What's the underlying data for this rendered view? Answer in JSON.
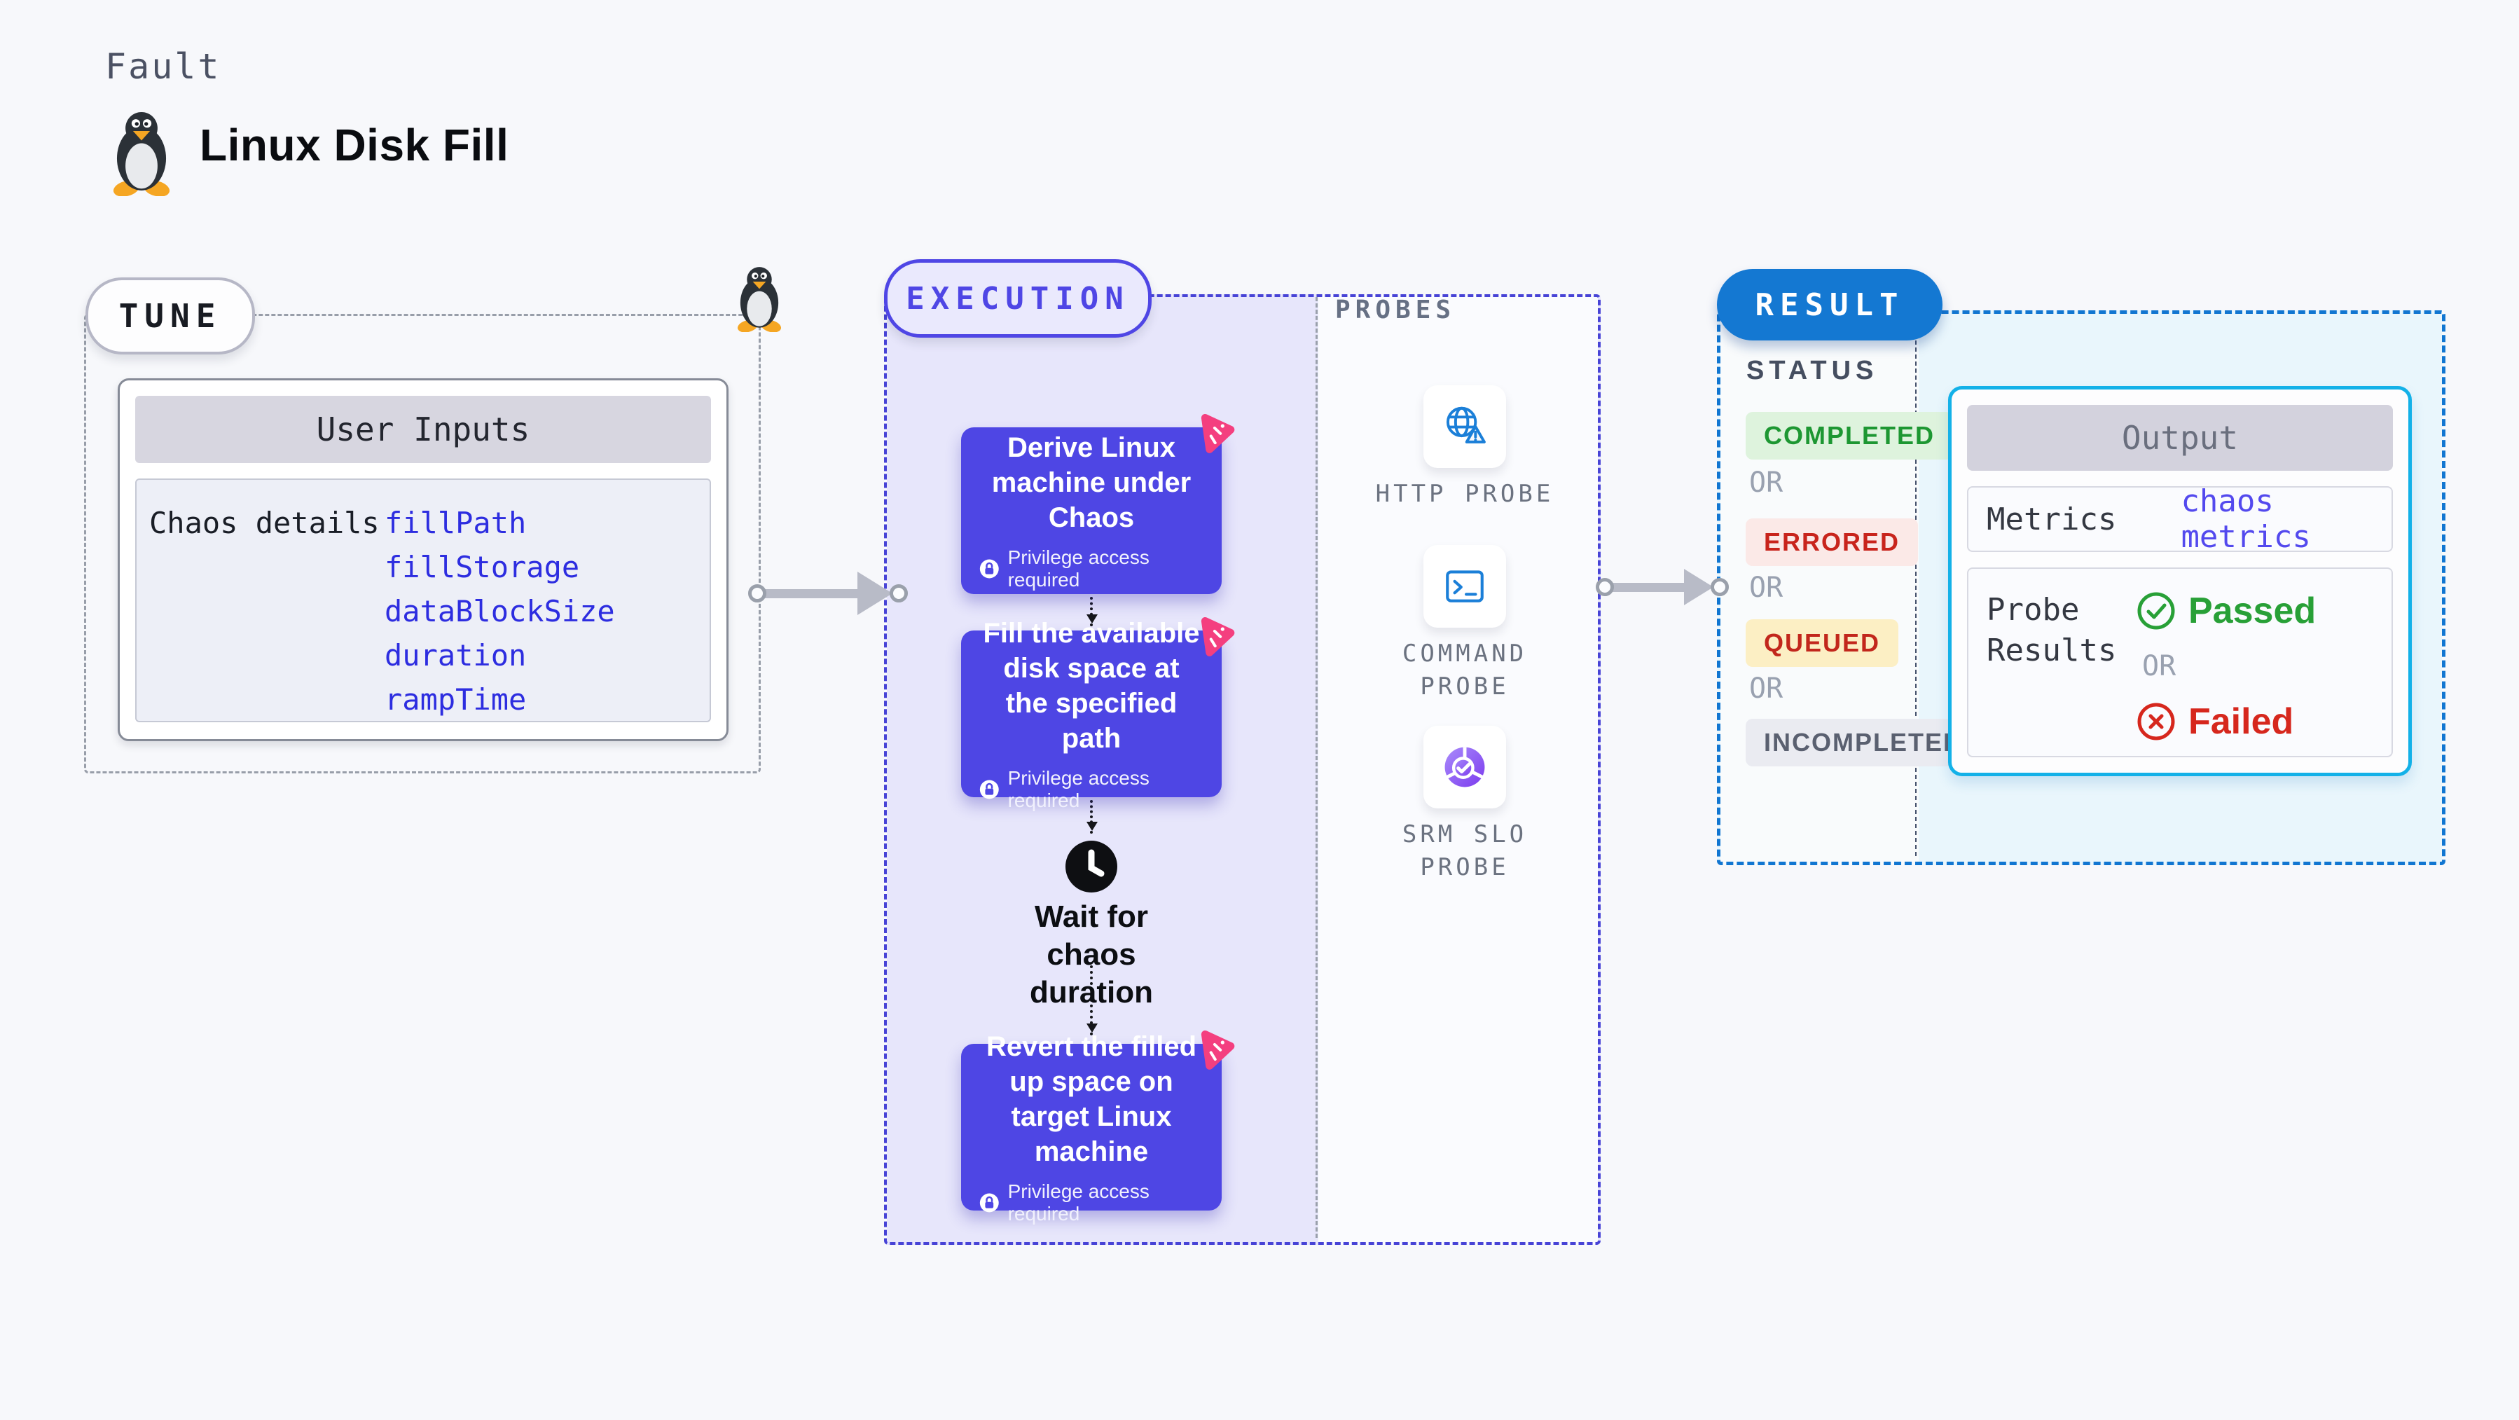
{
  "header": {
    "kicker": "Fault",
    "title": "Linux Disk Fill"
  },
  "tune": {
    "label": "TUNE",
    "table_title": "User Inputs",
    "row_label": "Chaos details",
    "inputs": [
      "fillPath",
      "fillStorage",
      "dataBlockSize",
      "duration",
      "rampTime"
    ]
  },
  "execution": {
    "label": "EXECUTION",
    "nodes": [
      {
        "title": "Derive Linux machine under Chaos",
        "badge": "Privilege access required"
      },
      {
        "title": "Fill the available disk space at the specified path",
        "badge": "Privilege access required"
      },
      {
        "title": "Revert the filled up space on target Linux machine",
        "badge": "Privilege access required"
      }
    ],
    "wait_label": "Wait for chaos duration"
  },
  "probes": {
    "label": "PROBES",
    "items": [
      {
        "name": "HTTP PROBE",
        "icon": "globe-warning-icon"
      },
      {
        "name": "COMMAND PROBE",
        "icon": "terminal-icon"
      },
      {
        "name": "SRM SLO PROBE",
        "icon": "donut-check-icon"
      }
    ]
  },
  "result": {
    "label": "RESULT",
    "status_label": "STATUS",
    "or_label": "OR",
    "statuses": [
      {
        "text": "COMPLETED",
        "type": "completed"
      },
      {
        "text": "ERRORED",
        "type": "errored"
      },
      {
        "text": "QUEUED",
        "type": "queued"
      },
      {
        "text": "INCOMPLETED",
        "type": "incompleted"
      }
    ],
    "output": {
      "title": "Output",
      "metrics_label": "Metrics",
      "metrics_value": "chaos metrics",
      "probe_results_label": "Probe Results",
      "passed_label": "Passed",
      "failed_label": "Failed"
    }
  },
  "icons": {
    "penguin": "tux-penguin-icon",
    "lock": "lock-icon",
    "clock": "clock-icon",
    "chaos": "chaos-burst-icon",
    "http": "globe-warning-icon",
    "command": "terminal-icon",
    "srm_slo": "donut-check-icon",
    "passed": "check-circle-icon",
    "failed": "x-circle-icon"
  },
  "colors": {
    "page_bg": "#f7f8fb",
    "node_indigo": "#4e46e4",
    "execution_fill": "#e7e6fb",
    "execution_border": "#4f46e5",
    "result_blue": "#1378d3",
    "output_border": "#14b2e9",
    "result_fill": "#e9f6fc",
    "completed_green": "#1d9732",
    "errored_red": "#c8241c",
    "queued_bg": "#fcefc4",
    "passed_green": "#28a037",
    "failed_red": "#d6271d",
    "link_blue": "#2d2de0",
    "probe_icon_blue": "#1b7fd8",
    "chaos_pink": "#f43f7f"
  }
}
